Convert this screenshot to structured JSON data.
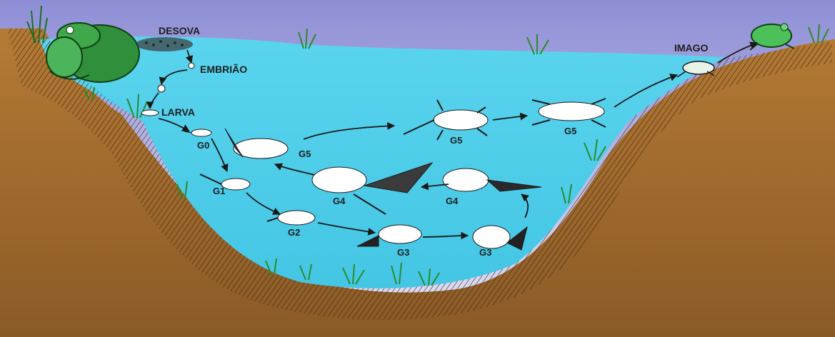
{
  "diagram": {
    "labels": {
      "desova": "DESOVA",
      "embriao": "EMBRIÃO",
      "larva": "LARVA",
      "imago": "IMAGO"
    },
    "stages": {
      "g0": "G0",
      "g1": "G1",
      "g2": "G2",
      "g3a": "G3",
      "g3b": "G3",
      "g4a": "G4",
      "g4b": "G4",
      "g5a": "G5",
      "g5b": "G5",
      "g5c": "G5"
    },
    "colors": {
      "sky": "#9b9bd8",
      "water": "#4fd0ea",
      "soil": "#a06a2c",
      "adult_frog": "#2e9a3c"
    }
  }
}
